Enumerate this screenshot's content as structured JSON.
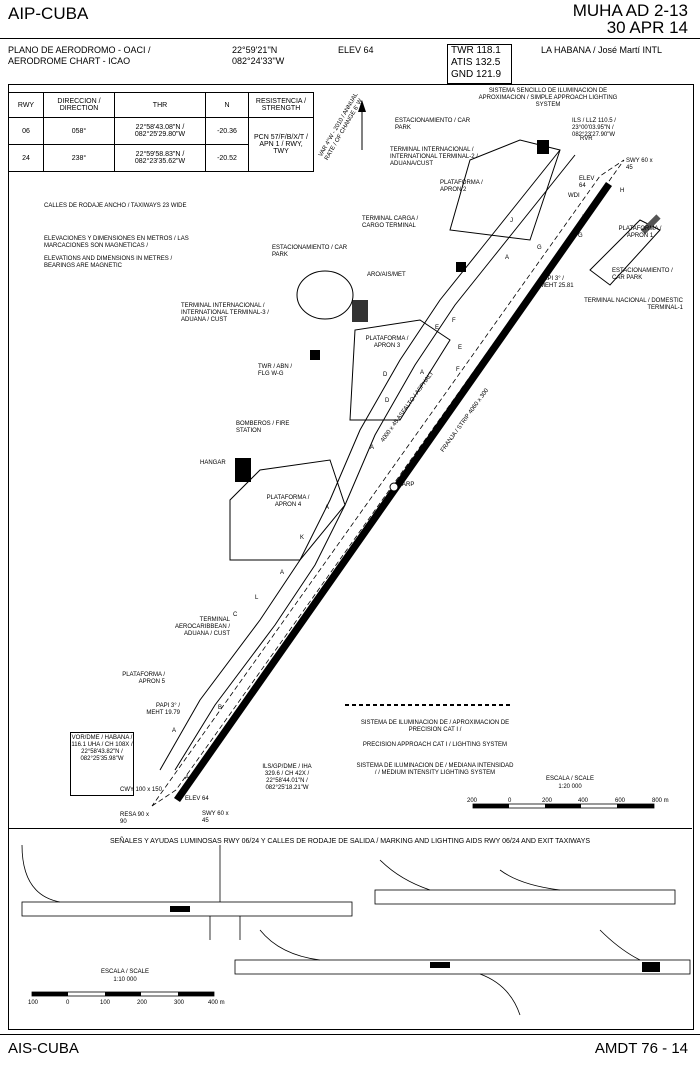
{
  "header": {
    "left": "AIP-CUBA",
    "right_line1": "MUHA AD 2-13",
    "right_line2": "30 APR 14"
  },
  "info": {
    "chart_title_es": "PLANO DE AERODROMO - OACI /",
    "chart_title_en": "AERODROME CHART - ICAO",
    "lat": "22°59'21''N",
    "lon": "082°24'33''W",
    "elev": "ELEV 64",
    "twr": "TWR 118.1",
    "atis": "ATIS 132.5",
    "gnd": "GND 121.9",
    "location": "LA HABANA / José Martí INTL"
  },
  "runway_table": {
    "headers": [
      "RWY",
      "DIRECCION / DIRECTION",
      "THR",
      "N",
      "RESISTENCIA / STRENGTH"
    ],
    "rows": [
      [
        "06",
        "058°",
        "22°58'43.08\"N / 082°25'29.80\"W",
        "-20.36",
        "PCN 57/F/B/X/T / APN 1 / RWY, TWY"
      ],
      [
        "24",
        "238°",
        "22°59'58.83\"N / 082°23'35.62\"W",
        "-20.52",
        ""
      ]
    ]
  },
  "notes": {
    "taxiways": "CALLES DE RODAJE ANCHO / TAXIWAYS 23 WIDE",
    "elev_es": "ELEVACIONES Y DIMENSIONES EN METROS / LAS MARCACIONES SON MAGNETICAS /",
    "elev_en": "ELEVATIONS AND DIMENSIONS IN METRES / BEARINGS ARE MAGNETIC"
  },
  "map_labels": {
    "var": "VAR 4°W - 2010 / ANNUAL RATE / OF CHANGE 6' W",
    "sals": "SISTEMA SENCILLO DE ILUMINACION DE APROXIMACION / SIMPLE APPROACH LIGHTING SYSTEM",
    "carpark1": "ESTACIONAMIENTO / CAR PARK",
    "term2": "TERMINAL INTERNACIONAL / INTERNATIONAL TERMINAL-2 / ADUANA/CUST",
    "apron2": "PLATAFORMA / APRON 2",
    "cargo": "TERMINAL CARGA / CARGO TERMINAL",
    "carpark2": "ESTACIONAMIENTO / CAR PARK",
    "aro": "ARO/AIS/MET",
    "term3": "TERMINAL INTERNACIONAL / INTERNATIONAL TERMINAL-3 / ADUANA / CUST",
    "twr_abn": "TWR / ABN / FLG W-G",
    "apron3": "PLATAFORMA / APRON 3",
    "fire": "BOMBEROS / FIRE STATION",
    "hangar": "HANGAR",
    "apron4": "PLATAFORMA / APRON 4",
    "aerocaribbean": "TERMINAL AEROCARIBBEAN / ADUANA / CUST",
    "apron5": "PLATAFORMA / APRON 5",
    "papi06": "PAPI 3° / MEHT 19.79",
    "vor": "VOR/DME / HABANA / 116.1 UHA / CH 108X / 22°58'43.82\"N / 082°25'35.98\"W",
    "cwy": "CWY 100 x 150",
    "resa": "RESA 90 x 90",
    "elev06": "ELEV 64",
    "swy06": "SWY 60 x 45",
    "ils": "ILS/GP/DME / IHA 329.6 / CH 42X / 22°58'44.01\"N / 082°25'18.21\"W",
    "llz": "ILS / LLZ 110.5 / 23°00'03.95\"N / 082°23'27.90\"W",
    "swy24": "SWY 60 x 45",
    "elev24": "ELEV 64",
    "wdi": "WDI",
    "rvr": "RVR",
    "arp": "ARP",
    "apron1": "PLATAFORMA / APRON 1",
    "carpark3": "ESTACIONAMIENTO / CAR PARK",
    "papi24": "PAPI 3° / MEHT 25.81",
    "term1": "TERMINAL NACIONAL / DOMESTIC TERMINAL-1",
    "runway_marking": "4000 x 45 ASFALTO / ASPHALT",
    "strip": "FRANJA / STRIP 4060 x 300",
    "twy_labels": [
      "A",
      "A",
      "A",
      "A",
      "A",
      "A",
      "A",
      "B",
      "C",
      "D",
      "D",
      "E",
      "E",
      "F",
      "F",
      "G",
      "G",
      "H",
      "I",
      "J",
      "K",
      "L"
    ]
  },
  "legend": {
    "line1": "SISTEMA DE ILUMINACION DE / APROXIMACION DE PRECISION CAT I /",
    "line2": "PRECISION APPROACH CAT I / LIGHTING SYSTEM",
    "line3": "SISTEMA DE ILUMINACION DE / MEDIANA INTENSIDAD / / MEDIUM INTENSITY LIGHTING SYSTEM",
    "scale": "ESCALA / SCALE",
    "scale_ratio": "1:20 000",
    "scale_ticks": [
      "200",
      "0",
      "200",
      "400",
      "600",
      "800 m"
    ]
  },
  "markings": {
    "title": "SEÑALES Y AYUDAS LUMINOSAS RWY 06/24 Y CALLES DE RODAJE DE SALIDA / MARKING AND LIGHTING AIDS RWY 06/24 AND EXIT TAXIWAYS",
    "scale": "ESCALA / SCALE",
    "scale_ratio": "1:10 000",
    "scale_ticks": [
      "100",
      "0",
      "100",
      "200",
      "300",
      "400 m"
    ]
  },
  "footer": {
    "left": "AIS-CUBA",
    "right": "AMDT 76 - 14"
  }
}
